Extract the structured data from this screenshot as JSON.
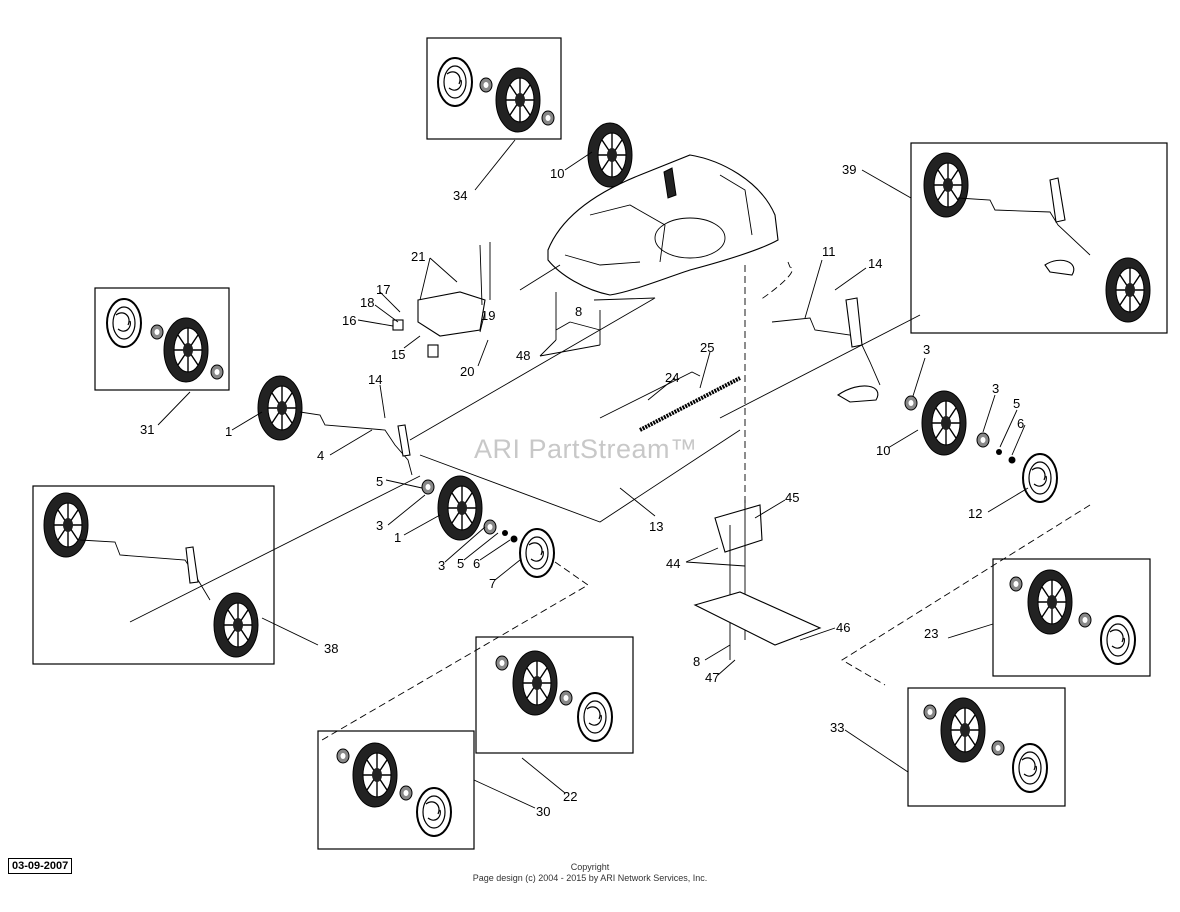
{
  "watermark": "ARI PartStream™",
  "date_stamp": "03-09-2007",
  "copyright": {
    "line1": "Copyright",
    "line2": "Page design (c) 2004 - 2015 by ARI Network Services, Inc."
  },
  "callouts": [
    {
      "id": "c34a",
      "text": "34"
    },
    {
      "id": "c10a",
      "text": "10"
    },
    {
      "id": "c39",
      "text": "39"
    },
    {
      "id": "c21",
      "text": "21"
    },
    {
      "id": "c17",
      "text": "17"
    },
    {
      "id": "c18",
      "text": "18"
    },
    {
      "id": "c16",
      "text": "16"
    },
    {
      "id": "c15",
      "text": "15"
    },
    {
      "id": "c19",
      "text": "19"
    },
    {
      "id": "c20",
      "text": "20"
    },
    {
      "id": "c8a",
      "text": "8"
    },
    {
      "id": "c48",
      "text": "48"
    },
    {
      "id": "c11",
      "text": "11"
    },
    {
      "id": "c14a",
      "text": "14"
    },
    {
      "id": "c25",
      "text": "25"
    },
    {
      "id": "c24",
      "text": "24"
    },
    {
      "id": "c3a",
      "text": "3"
    },
    {
      "id": "c3b",
      "text": "3"
    },
    {
      "id": "c5a",
      "text": "5"
    },
    {
      "id": "c6a",
      "text": "6"
    },
    {
      "id": "c10b",
      "text": "10"
    },
    {
      "id": "c12",
      "text": "12"
    },
    {
      "id": "c31",
      "text": "31"
    },
    {
      "id": "c1a",
      "text": "1"
    },
    {
      "id": "c14b",
      "text": "14"
    },
    {
      "id": "c4",
      "text": "4"
    },
    {
      "id": "c5b",
      "text": "5"
    },
    {
      "id": "c3c",
      "text": "3"
    },
    {
      "id": "c1b",
      "text": "1"
    },
    {
      "id": "c3d",
      "text": "3"
    },
    {
      "id": "c5c",
      "text": "5"
    },
    {
      "id": "c6b",
      "text": "6"
    },
    {
      "id": "c7",
      "text": "7"
    },
    {
      "id": "c13",
      "text": "13"
    },
    {
      "id": "c45",
      "text": "45"
    },
    {
      "id": "c44",
      "text": "44"
    },
    {
      "id": "c46",
      "text": "46"
    },
    {
      "id": "c8b",
      "text": "8"
    },
    {
      "id": "c47",
      "text": "47"
    },
    {
      "id": "c38",
      "text": "38"
    },
    {
      "id": "c23",
      "text": "23"
    },
    {
      "id": "c33",
      "text": "33"
    },
    {
      "id": "c22",
      "text": "22"
    },
    {
      "id": "c30",
      "text": "30"
    }
  ]
}
